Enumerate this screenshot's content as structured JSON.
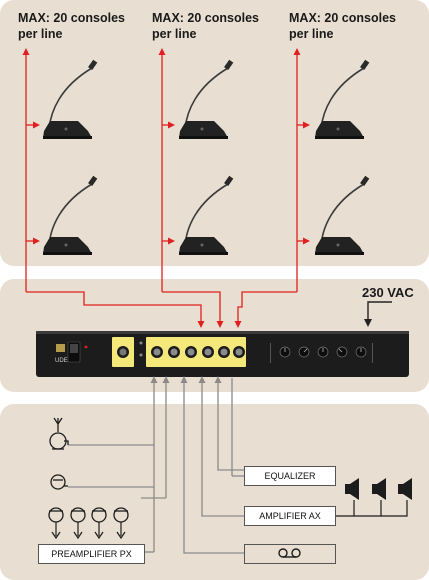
{
  "consoles": {
    "column_1_caption": "MAX: 20 consoles per line",
    "column_2_caption": "MAX: 20 consoles per line",
    "column_3_caption": "MAX: 20 consoles per line"
  },
  "power": {
    "label": "230 VAC"
  },
  "devices": {
    "equalizer_label": "EQUALIZER",
    "amplifier_label": "AMPLIFIER AX",
    "preamplifier_label": "PREAMPLIFIER PX",
    "unit_brand": "UDE"
  },
  "colors": {
    "panel": "#e8dfd2",
    "console_line": "#e02020",
    "audio_line": "#8a8a8a",
    "unit_body": "#1c1c1c",
    "socket_panel": "#f4e87a"
  }
}
